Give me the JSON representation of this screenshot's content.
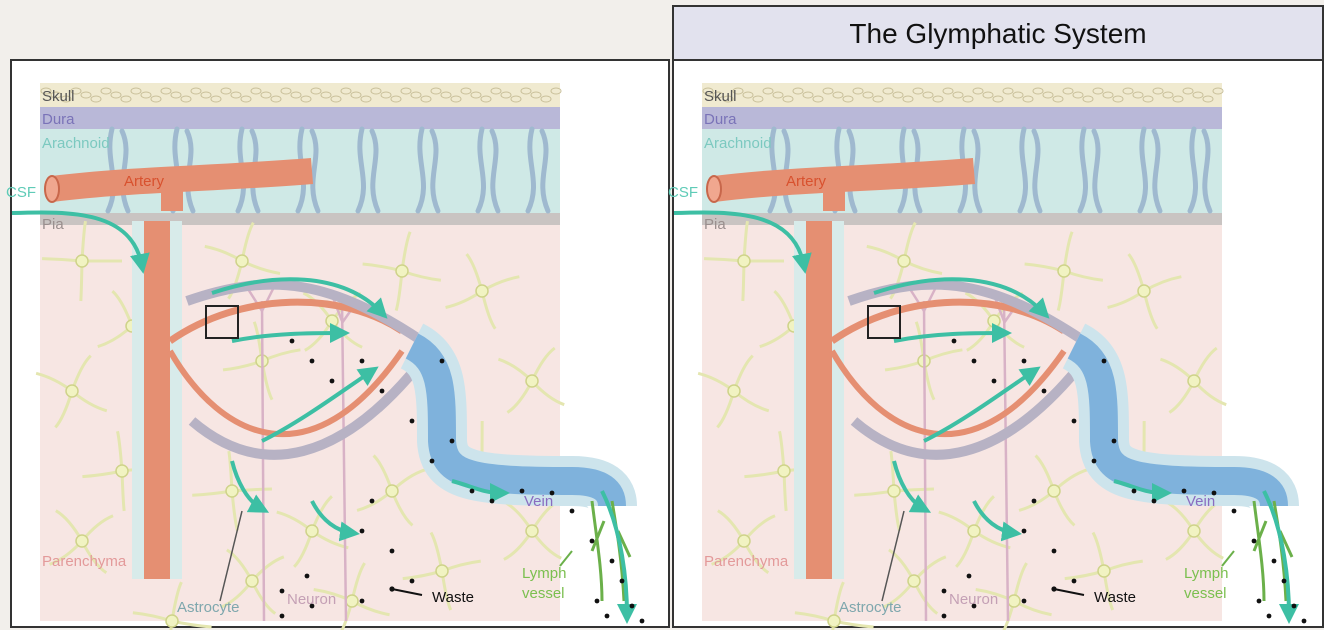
{
  "title": "The Glymphatic System",
  "labels": {
    "skull": "Skull",
    "dura": "Dura",
    "arachnoid": "Arachnoid",
    "artery": "Artery",
    "csf": "CSF",
    "pia": "Pia",
    "parenchyma": "Parenchyma",
    "astrocyte": "Astrocyte",
    "neuron": "Neuron",
    "waste": "Waste",
    "vein": "Vein",
    "lymph_line1": "Lymph",
    "lymph_line2": "vessel"
  },
  "colors": {
    "skull": "#f0ead0",
    "dura": "#b9b8d8",
    "arachnoid": "#cfe9e6",
    "pia": "#c9c4c2",
    "parenchyma": "#f7e6e3",
    "artery": "#e58f72",
    "vein": "#7fb2dc",
    "csf_flow": "#3dbfa4",
    "astrocyte": "#e4e6b0",
    "lymph": "#6bb04a",
    "text_skull": "#555555",
    "text_dura": "#7a73b8",
    "text_arachnoid": "#7cc9c0",
    "text_artery": "#d8512e",
    "text_csf": "#5fcbb7",
    "text_pia": "#9a8f8e",
    "text_parenchyma": "#e39a9a",
    "text_astrocyte": "#7ea7ad",
    "text_neuron": "#c4a0b5",
    "text_waste": "#111111",
    "text_vein": "#8a6cc0",
    "text_lymph": "#7bbf4f"
  }
}
